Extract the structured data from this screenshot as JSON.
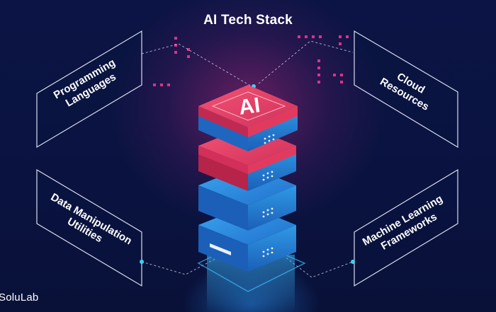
{
  "title": "AI Tech Stack",
  "center_label": "AI",
  "panels": [
    {
      "lines": [
        "Programming",
        "Languages"
      ]
    },
    {
      "lines": [
        "Cloud",
        "Resources"
      ]
    },
    {
      "lines": [
        "Data Manipulation",
        "Utilities"
      ]
    },
    {
      "lines": [
        "Machine Learning",
        "Frameworks"
      ]
    }
  ],
  "brand": "SoluLab",
  "colors": {
    "background": "#0a1340",
    "glow": "#b12878",
    "server_blue": "#2a8fd8",
    "server_red": "#e23a5e",
    "accent_cyan": "#35d4f0",
    "accent_pink": "#e0308a"
  }
}
